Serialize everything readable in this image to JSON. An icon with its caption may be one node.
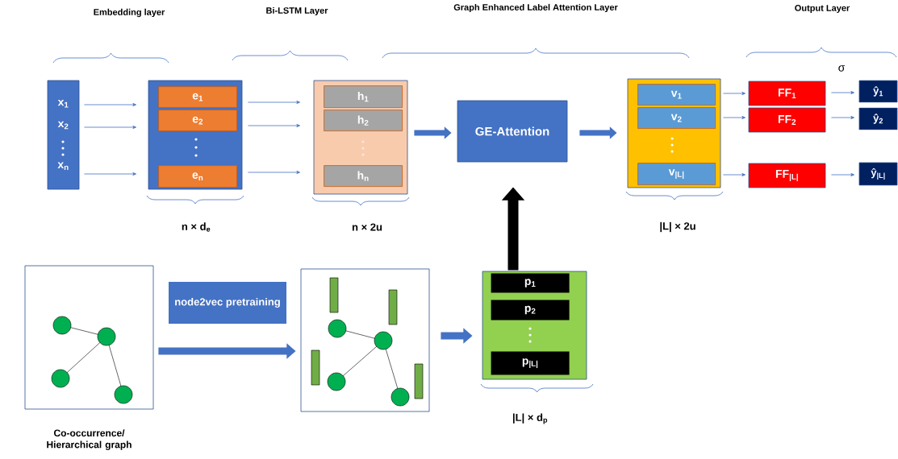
{
  "diagram": {
    "nodes": [
      {
        "text": [
          "x$_{1}$",
          "x$_{2}$",
          "x$_{n}$"
        ]
      },
      {
        "text": [],
        "shape": "box"
      },
      {
        "text": [
          "e$_{1}$"
        ],
        "in": 1
      },
      {
        "text": [
          "e$_{2}$"
        ],
        "in": 1
      },
      {
        "text": [
          "e$_{n}$"
        ],
        "in": 1
      },
      {
        "text": [],
        "shape": "box"
      },
      {
        "text": [
          "h$_{1}$"
        ],
        "in": 5
      },
      {
        "text": [
          "h$_{2}$"
        ],
        "in": 5
      },
      {
        "text": [
          "h$_{n}$"
        ],
        "in": 5
      },
      {
        "text": [
          "GE-Attention"
        ]
      },
      {
        "text": [],
        "shape": "box"
      },
      {
        "text": [
          "v$_{1}$"
        ],
        "in": 10
      },
      {
        "text": [
          "v$_{2}$"
        ],
        "in": 10
      },
      {
        "text": [
          "v$_{|L|}$"
        ],
        "in": 10
      },
      {
        "text": [
          "FF$_{1}$"
        ]
      },
      {
        "text": [
          "FF$_{2}$"
        ]
      },
      {
        "text": [
          "FF$_{|L|}$"
        ]
      },
      {
        "text": [
          "ŷ$_{1}$"
        ]
      },
      {
        "text": [
          "ŷ$_{2}$"
        ]
      },
      {
        "text": [
          "ŷ$_{|L|}$"
        ]
      },
      {
        "text": [],
        "shape": "picture",
        "beside": [
          "Co-occurrence/ Hierarchical graph"
        ]
      },
      {
        "text": [
          "node2vec pretraining"
        ]
      },
      {
        "text": [],
        "shape": "picture"
      },
      {
        "text": [],
        "shape": "box"
      },
      {
        "text": [
          "p$_{1}$"
        ],
        "in": 23
      },
      {
        "text": [
          "p$_{2}$"
        ],
        "in": 23
      },
      {
        "text": [
          "p$_{|L|}$"
        ],
        "in": 23
      }
    ],
    "edges": [
      {
        "from": 0,
        "to": 1,
        "arrow": "to"
      },
      {
        "from": 0,
        "to": 1,
        "arrow": "to"
      },
      {
        "from": 0,
        "to": 1,
        "arrow": "to"
      },
      {
        "from": 1,
        "to": 5,
        "arrow": "to"
      },
      {
        "from": 1,
        "to": 5,
        "arrow": "to"
      },
      {
        "from": 1,
        "to": 5,
        "arrow": "to"
      },
      {
        "from": 5,
        "to": 9,
        "arrow": "to",
        "style": "thick"
      },
      {
        "from": 9,
        "to": 10,
        "arrow": "to",
        "style": "thick"
      },
      {
        "from": 10,
        "to": 14,
        "arrow": "to"
      },
      {
        "from": 10,
        "to": 15,
        "arrow": "to"
      },
      {
        "from": 10,
        "to": 16,
        "arrow": "to"
      },
      {
        "from": 14,
        "to": 17,
        "arrow": "to"
      },
      {
        "from": 15,
        "to": 18,
        "arrow": "to"
      },
      {
        "from": 16,
        "to": 19,
        "arrow": "to"
      },
      {
        "from": 20,
        "to": 22,
        "arrow": "to",
        "style": "thick"
      },
      {
        "from": 22,
        "to": 23,
        "arrow": "to",
        "style": "thick"
      },
      {
        "from": 23,
        "to": 9,
        "arrow": "to",
        "style": "thick",
        "color": "#000000"
      }
    ],
    "labels": [
      "Embedding layer",
      "Bi-LSTM Layer",
      "Graph Enhanced Label Attention Layer",
      "Output Layer",
      "σ",
      "n × d$_{e}$",
      "n × 2u",
      "|L| × 2u",
      "|L| × d$_{p}$"
    ]
  }
}
